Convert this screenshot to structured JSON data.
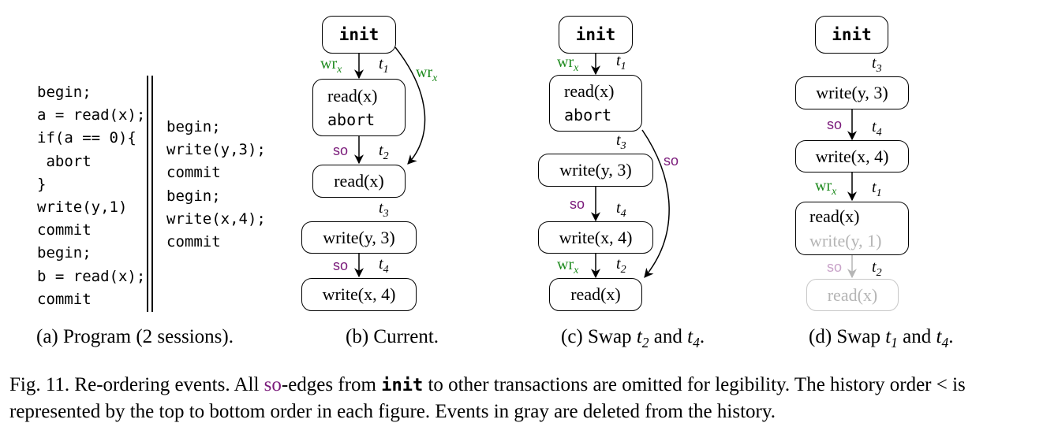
{
  "program": {
    "session1": [
      "begin;",
      "a = read(x);",
      "if(a == 0){",
      " abort",
      "}",
      "write(y,1)",
      "commit",
      "begin;",
      "b = read(x);",
      "commit"
    ],
    "session2": [
      "begin;",
      "write(y,3);",
      "commit",
      "begin;",
      "write(x,4);",
      "commit"
    ]
  },
  "labels": {
    "init": "init",
    "read_x": "read(x)",
    "abort": "abort",
    "write_y3": "write(y, 3)",
    "write_x4": "write(x, 4)",
    "write_y1": "write(y, 1)",
    "wr": "wr",
    "wr_sub": "x",
    "so": "so",
    "t1": "t",
    "t1_sub": "1",
    "t2": "t",
    "t2_sub": "2",
    "t3": "t",
    "t3_sub": "3",
    "t4": "t",
    "t4_sub": "4"
  },
  "subcaptions": {
    "a": "(a) Program (2 sessions).",
    "b": "(b) Current.",
    "c_prefix": "(c) Swap ",
    "c_and": " and ",
    "c_suffix": ".",
    "d_prefix": "(d) Swap ",
    "d_and": " and ",
    "d_suffix": "."
  },
  "caption": {
    "p1": "Fig. 11.  Re-ordering events. All ",
    "so": "so",
    "p2": "-edges from ",
    "init": "init",
    "p3": " to other transactions are omitted for legibility. The history order < is represented by the top to bottom order in each figure. Events in gray are deleted from the history."
  }
}
